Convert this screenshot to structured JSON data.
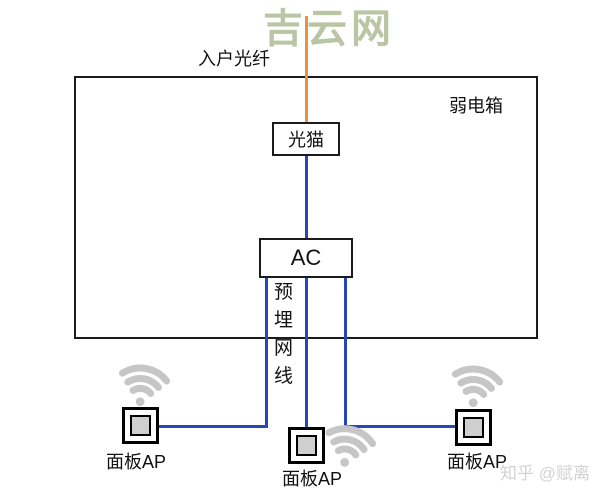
{
  "watermark_top": "吉云网",
  "watermark_bottom": "知乎 @赋离",
  "diagram": {
    "fiber_label": "入户光纤",
    "enclosure_label": "弱电箱",
    "modem_label": "光猫",
    "controller_label": "AC",
    "cable_chars": [
      "预",
      "埋",
      "网",
      "线"
    ],
    "ap_label": "面板AP"
  },
  "colors": {
    "fiber_wire": "#e8923e",
    "lan_wire": "#2647b8",
    "box_border": "#1b1b1b",
    "wifi_gray": "#c6c6c6",
    "watermark_green": "#b9c5a3",
    "watermark_gray": "#d3d3d3"
  },
  "icons": {
    "wifi": "wifi-signal-icon"
  }
}
